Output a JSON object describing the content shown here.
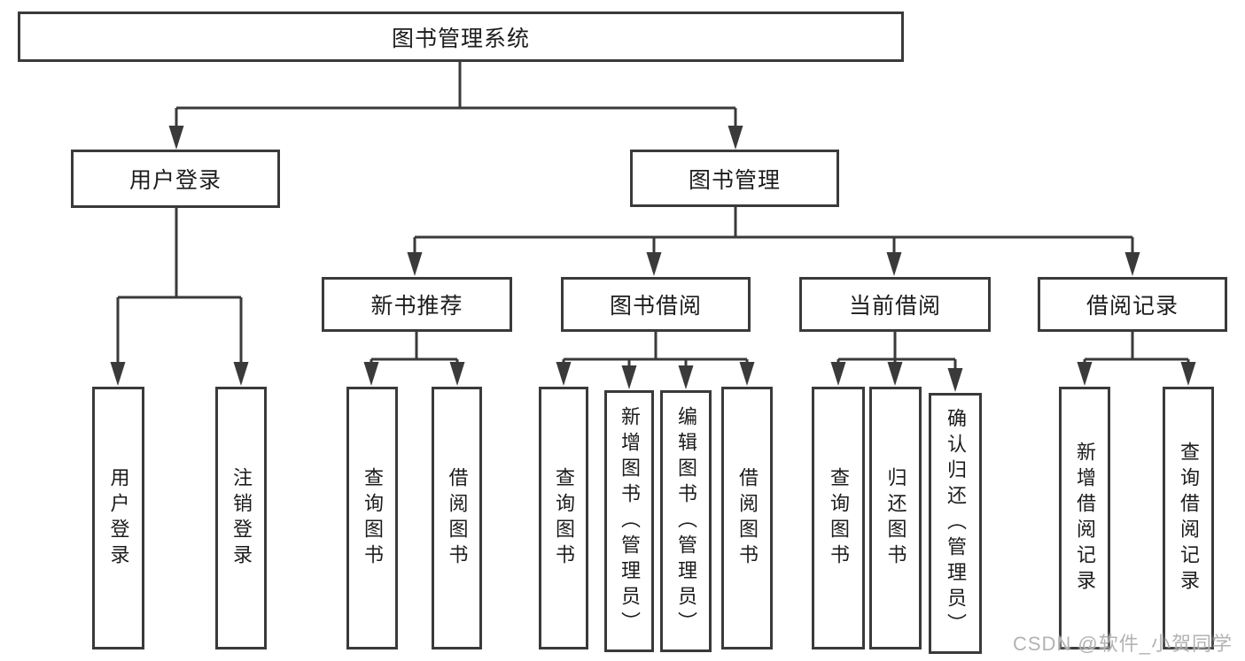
{
  "tree": {
    "label": "图书管理系统",
    "children": [
      {
        "label": "用户登录",
        "children": [
          {
            "label": "用户登录"
          },
          {
            "label": "注销登录"
          }
        ]
      },
      {
        "label": "图书管理",
        "children": [
          {
            "label": "新书推荐",
            "children": [
              {
                "label": "查询图书"
              },
              {
                "label": "借阅图书"
              }
            ]
          },
          {
            "label": "图书借阅",
            "children": [
              {
                "label": "查询图书"
              },
              {
                "label": "新增图书（管理员）"
              },
              {
                "label": "编辑图书（管理员）"
              },
              {
                "label": "借阅图书"
              }
            ]
          },
          {
            "label": "当前借阅",
            "children": [
              {
                "label": "查询图书"
              },
              {
                "label": "归还图书"
              },
              {
                "label": "确认归还（管理员）"
              }
            ]
          },
          {
            "label": "借阅记录",
            "children": [
              {
                "label": "新增借阅记录"
              },
              {
                "label": "查询借阅记录"
              }
            ]
          }
        ]
      }
    ]
  },
  "watermark": "CSDN @软件_小贺同学",
  "colors": {
    "line": "#3a3a3a",
    "text": "#1c1c1c",
    "background": "#ffffff",
    "watermark": "#afafaf"
  }
}
